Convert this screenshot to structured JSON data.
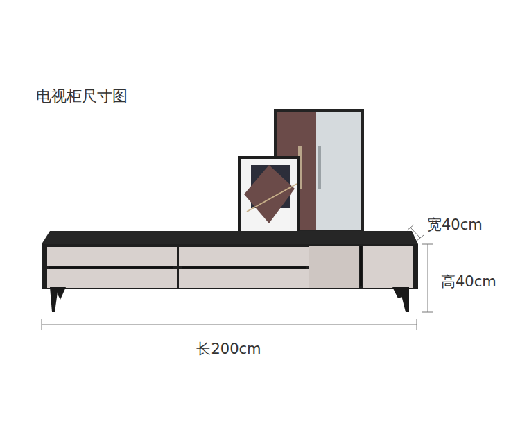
{
  "diagram": {
    "title": "电视柜尺寸图",
    "labels": [
      "宽40cm",
      "高40cm",
      "长200cm"
    ]
  }
}
